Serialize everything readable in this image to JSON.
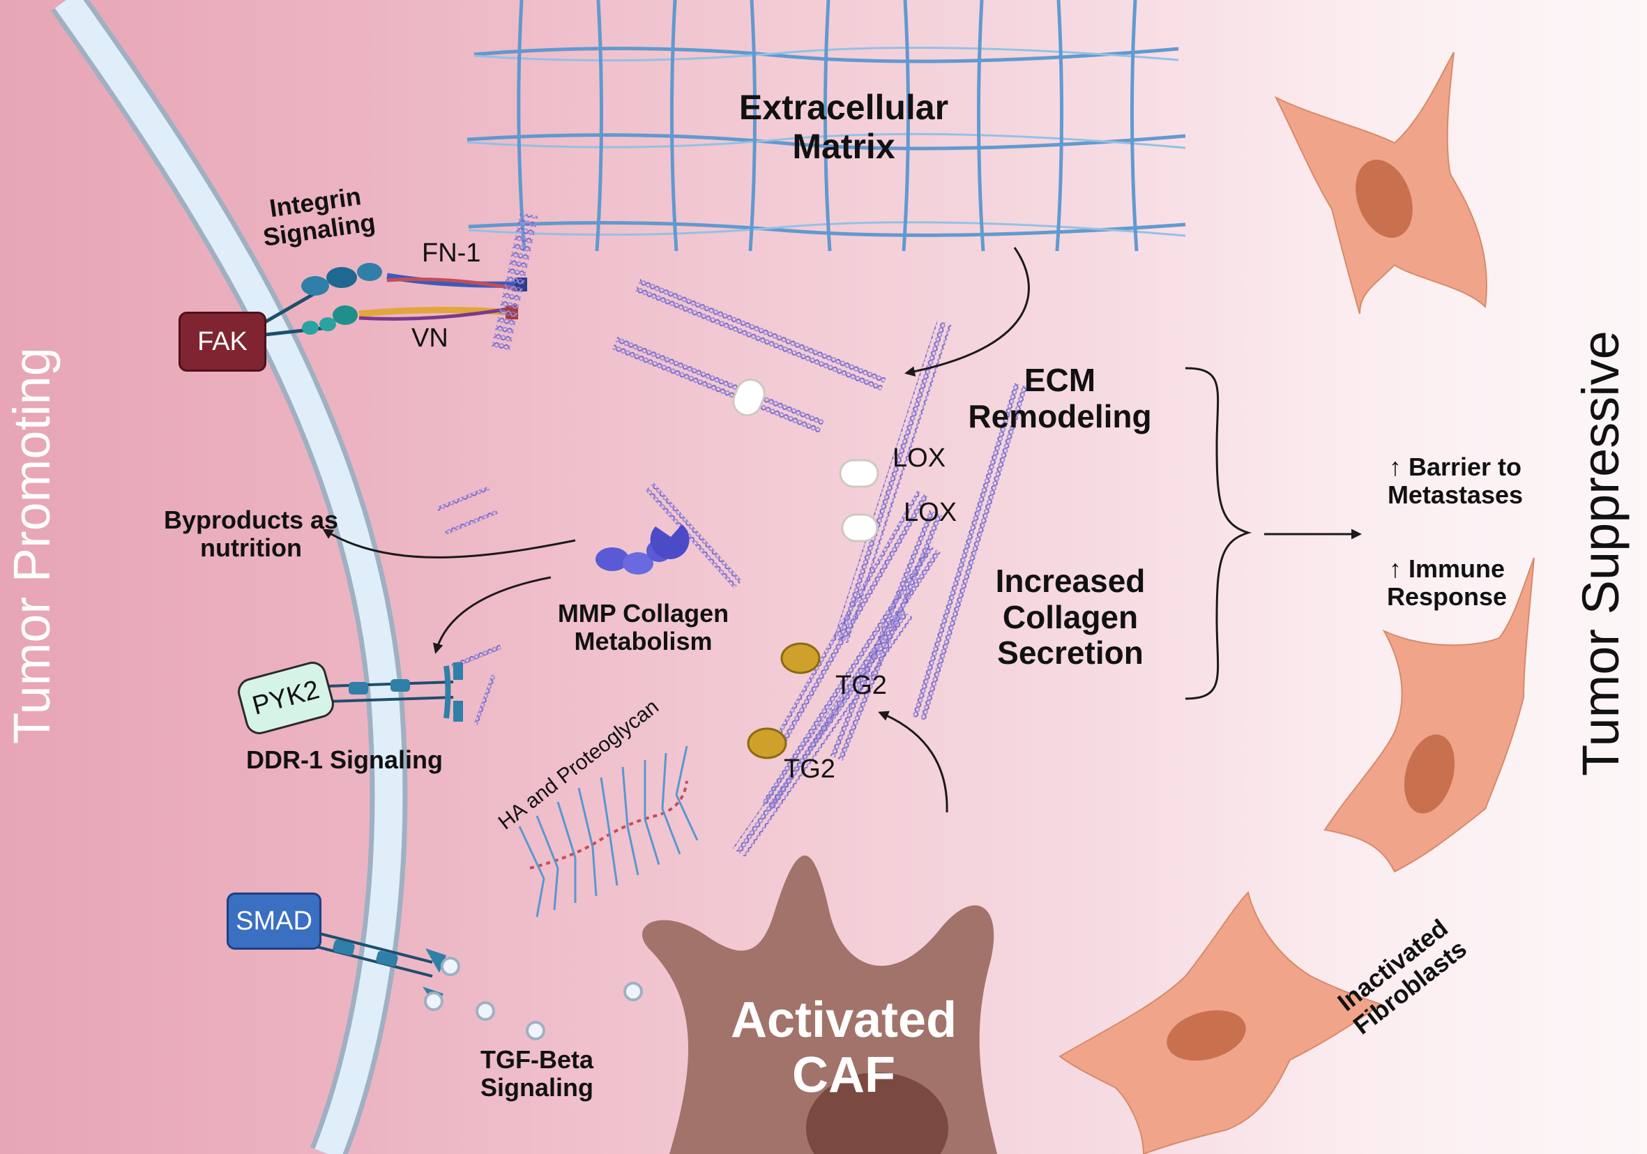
{
  "sides": {
    "left": "Tumor Promoting",
    "right": "Tumor Suppressive"
  },
  "ecm": {
    "title_line1": "Extracellular",
    "title_line2": "Matrix"
  },
  "integrin": {
    "line1": "Integrin",
    "line2": "Signaling",
    "fn": "FN-1",
    "vn": "VN",
    "fak": "FAK"
  },
  "byproducts": {
    "line1": "Byproducts as",
    "line2": "nutrition"
  },
  "mmp": {
    "line1": "MMP Collagen",
    "line2": "Metabolism"
  },
  "ddr": {
    "pyk2": "PYK2",
    "label": "DDR-1 Signaling"
  },
  "ha": "HA and Proteoglycan",
  "tgf": {
    "smad": "SMAD",
    "line1": "TGF-Beta",
    "line2": "Signaling"
  },
  "caf": {
    "line1": "Activated",
    "line2": "CAF"
  },
  "crosslinks": {
    "lox1": "LOX",
    "lox2": "LOX",
    "tg2a": "TG2",
    "tg2b": "TG2"
  },
  "remodel": {
    "ecm_line1": "ECM",
    "ecm_line2": "Remodeling",
    "coll_line1": "Increased",
    "coll_line2": "Collagen",
    "coll_line3": "Secretion"
  },
  "outcomes": {
    "barrier_line1": "↑ Barrier to",
    "barrier_line2": "Metastases",
    "immune_line1": "↑ Immune",
    "immune_line2": "Response"
  },
  "fibro": {
    "line1": "Inactivated",
    "line2": "Fibroblasts"
  },
  "colors": {
    "membrane": "#dfeef8",
    "membrane_edge": "#9fb0c2",
    "collagen": "#7a6ac4",
    "ecm_mesh": "#5a97cf",
    "caf": "#a2736a",
    "caf_nucleus": "#7a4a40",
    "fibroblast": "#f0a58a",
    "fak": "#7f2430",
    "pyk2": "#d6f3e8",
    "smad": "#3a6fc2",
    "lox": "#ffffff",
    "tg2": "#cfa02a",
    "arrow": "#1a1a1a"
  }
}
